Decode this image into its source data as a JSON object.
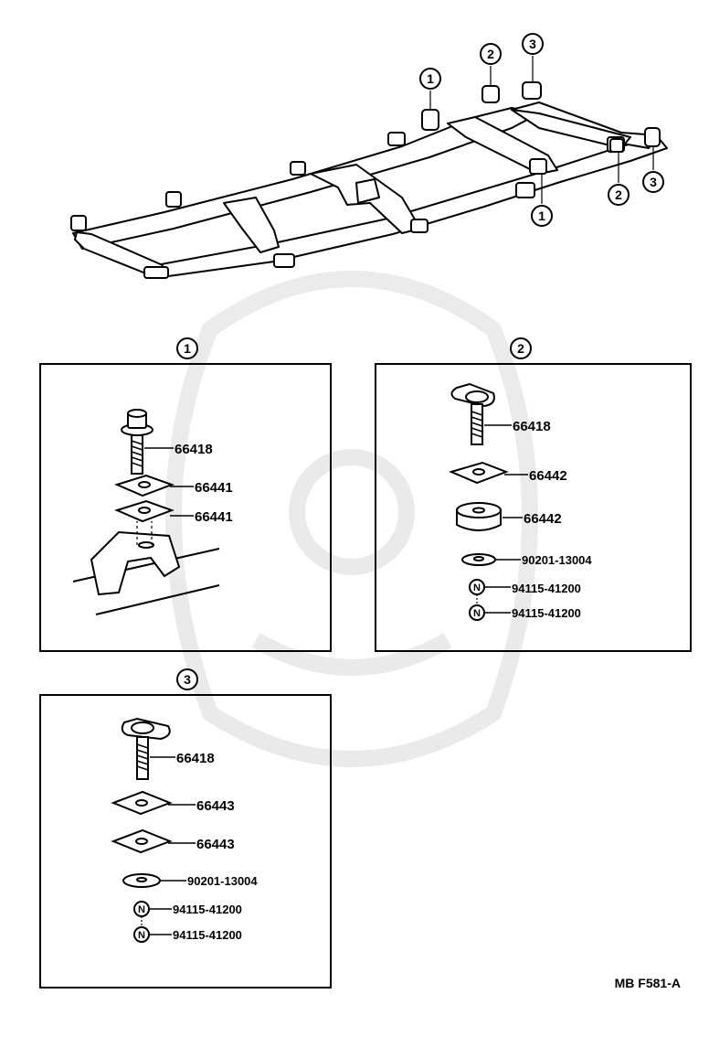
{
  "callout_labels": {
    "one": "1",
    "two": "2",
    "three": "3"
  },
  "nut_letter": "N",
  "panel1": {
    "title": "1",
    "parts": [
      "66418",
      "66441",
      "66441"
    ]
  },
  "panel2": {
    "title": "2",
    "parts": [
      "66418",
      "66442",
      "66442",
      "90201-13004",
      "94115-41200",
      "94115-41200"
    ]
  },
  "panel3": {
    "title": "3",
    "parts": [
      "66418",
      "66443",
      "66443",
      "90201-13004",
      "94115-41200",
      "94115-41200"
    ]
  },
  "diagram_code": "MB F581-A"
}
